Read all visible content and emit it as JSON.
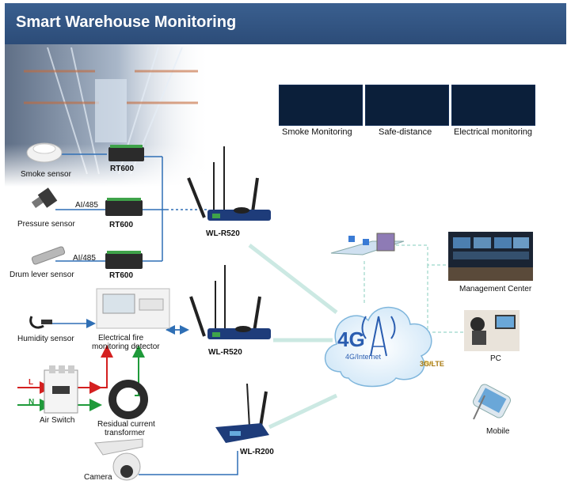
{
  "header": {
    "title": "Smart Warehouse Monitoring"
  },
  "screens": [
    {
      "label": "Smoke Monitoring"
    },
    {
      "label": "Safe-distance"
    },
    {
      "label": "Electrical monitoring"
    }
  ],
  "devices": {
    "smoke_sensor": "Smoke sensor",
    "pressure_sensor": "Pressure sensor",
    "drum_sensor": "Drum lever sensor",
    "humidity_sensor": "Humidity sensor",
    "air_switch": "Air Switch",
    "camera": "Camera",
    "rt600_1": "RT600",
    "rt600_2": "RT600",
    "rt600_3": "RT600",
    "ai485_1": "AI/485",
    "ai485_2": "AI/485",
    "wl_r520_1": "WL-R520",
    "wl_r520_2": "WL-R520",
    "wl_r200": "WL-R200",
    "fire_detector_line1": "Electrical fire",
    "fire_detector_line2": "monitoring detector",
    "residual_line1": "Residual current",
    "residual_line2": "transformer",
    "wire_l": "L",
    "wire_n": "N"
  },
  "cloud": {
    "big": "4G",
    "small": "4G/Internet",
    "link": "3G/LTE"
  },
  "endpoints": {
    "management": "Management Center",
    "pc": "PC",
    "mobile": "Mobile"
  },
  "colors": {
    "header": "#2c4c78",
    "link_blue": "#2f6fb5",
    "wire_red": "#d42020",
    "wire_green": "#1f9a3a"
  }
}
